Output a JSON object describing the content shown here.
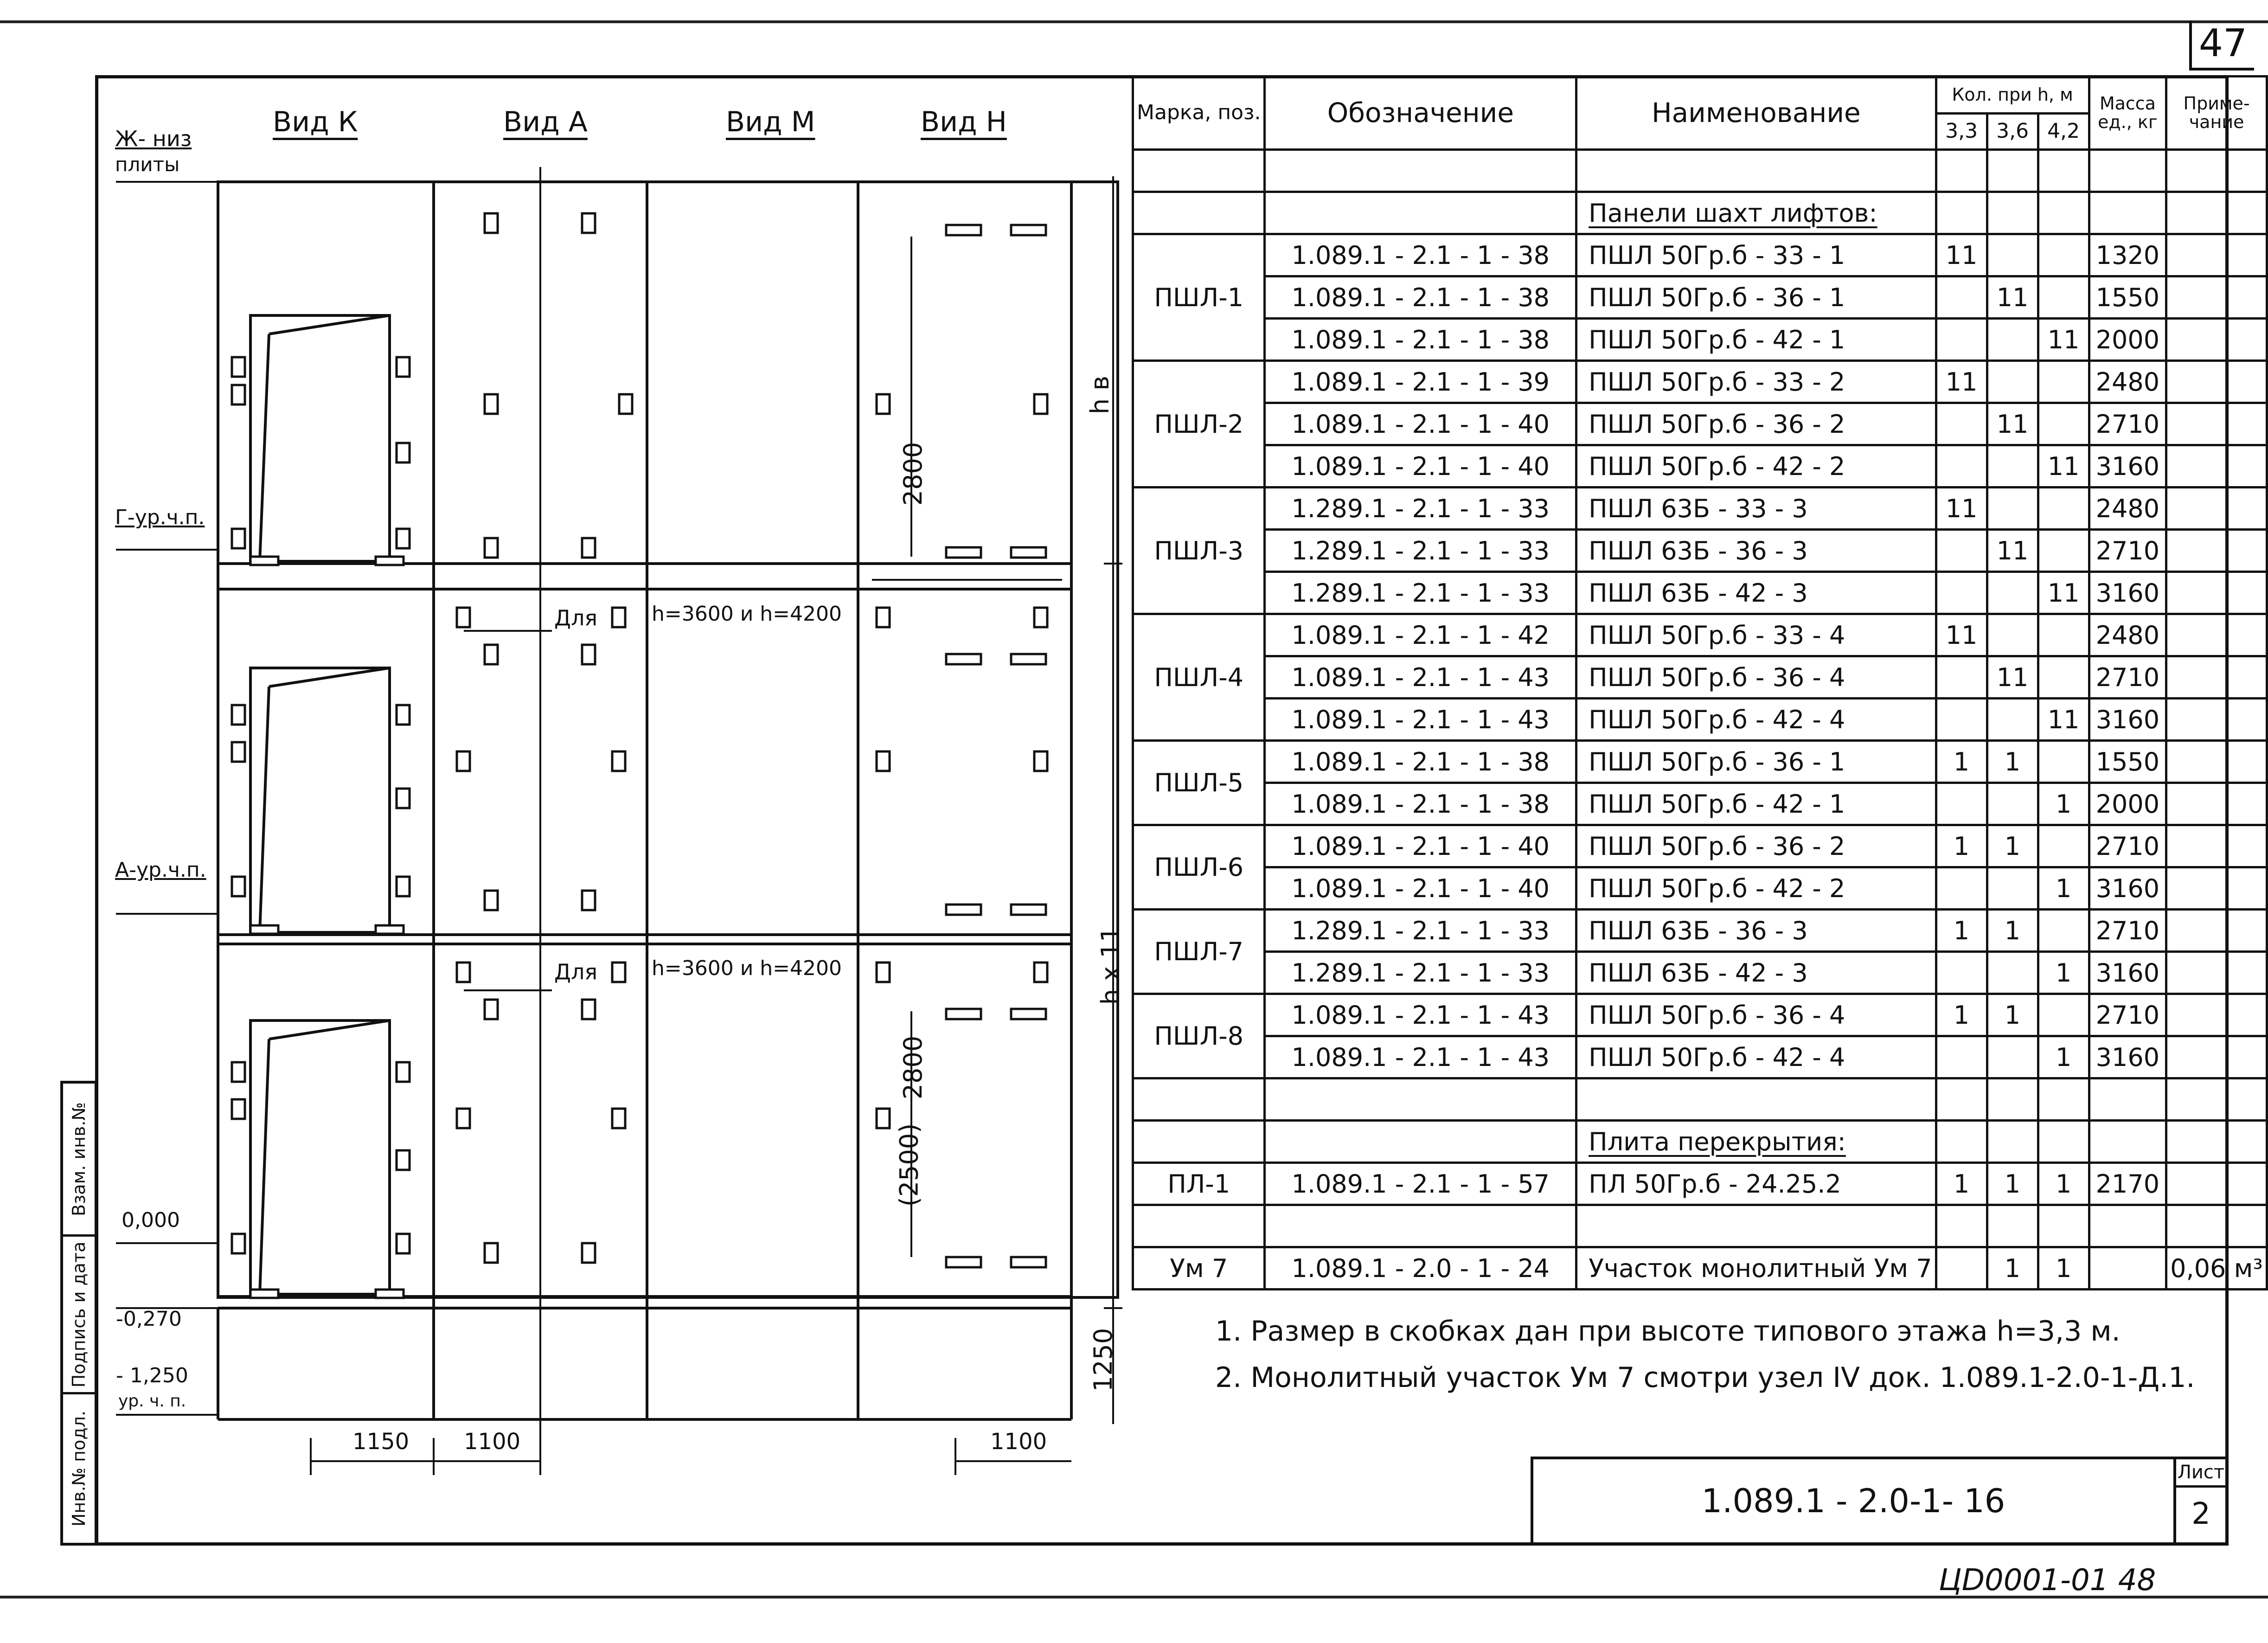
{
  "sheet_number": "47",
  "side_strip": {
    "cells": [
      "Взам. инв.№",
      "Подпись и дата",
      "Инв.№ подл."
    ]
  },
  "views": {
    "k": "Вид К",
    "a": "Вид А",
    "m": "Вид М",
    "n": "Вид Н"
  },
  "levels": {
    "zh_niz_line1": "Ж- низ",
    "zh_niz_line2": "плиты",
    "g_level": "Г-ур.ч.п.",
    "a_level": "А-ур.ч.п.",
    "zero": "0,000",
    "minus_270": "-0,270",
    "minus_1250": "- 1,250",
    "ur_ch_p": "ур. ч. п."
  },
  "dims": {
    "hb": "h в",
    "h_x_11": "h x 11",
    "d2800_top": "2800",
    "d2800_bot": "2800",
    "d2500": "(2500)",
    "d1250": "1250",
    "d1150": "1150",
    "d1100_a": "1100",
    "d1100_b": "1100"
  },
  "annotations": {
    "dlya_1": "Для",
    "h_note_1": "h=3600 и h=4200",
    "dlya_2": "Для",
    "h_note_2": "h=3600 и h=4200"
  },
  "table": {
    "headers": {
      "mark": "Марка, поз.",
      "designation": "Обозначение",
      "name": "Наименование",
      "qty": "Кол. при h, м",
      "q33": "3,3",
      "q36": "3,6",
      "q42": "4,2",
      "mass": "Масса ед., кг",
      "note": "Приме- чание"
    },
    "section_1": "Панели шахт лифтов:",
    "section_2": "Плита перекрытия:",
    "groups": [
      {
        "mark": "ПШЛ-1",
        "rows": [
          {
            "des": "1.089.1 - 2.1 - 1 - 38",
            "name": "ПШЛ 50Гр.б - 33 - 1",
            "q33": "11",
            "q36": "",
            "q42": "",
            "mass": "1320",
            "note": ""
          },
          {
            "des": "1.089.1 - 2.1 - 1 - 38",
            "name": "ПШЛ 50Гр.б - 36 - 1",
            "q33": "",
            "q36": "11",
            "q42": "",
            "mass": "1550",
            "note": ""
          },
          {
            "des": "1.089.1 - 2.1 - 1 - 38",
            "name": "ПШЛ 50Гр.б - 42 - 1",
            "q33": "",
            "q36": "",
            "q42": "11",
            "mass": "2000",
            "note": ""
          }
        ]
      },
      {
        "mark": "ПШЛ-2",
        "rows": [
          {
            "des": "1.089.1 - 2.1 - 1 - 39",
            "name": "ПШЛ 50Гр.б - 33 - 2",
            "q33": "11",
            "q36": "",
            "q42": "",
            "mass": "2480",
            "note": ""
          },
          {
            "des": "1.089.1 - 2.1 - 1 - 40",
            "name": "ПШЛ 50Гр.б - 36 - 2",
            "q33": "",
            "q36": "11",
            "q42": "",
            "mass": "2710",
            "note": ""
          },
          {
            "des": "1.089.1 - 2.1 - 1 - 40",
            "name": "ПШЛ 50Гр.б - 42 - 2",
            "q33": "",
            "q36": "",
            "q42": "11",
            "mass": "3160",
            "note": ""
          }
        ]
      },
      {
        "mark": "ПШЛ-3",
        "rows": [
          {
            "des": "1.289.1 - 2.1 - 1 - 33",
            "name": "ПШЛ 63Б - 33 - 3",
            "q33": "11",
            "q36": "",
            "q42": "",
            "mass": "2480",
            "note": ""
          },
          {
            "des": "1.289.1 - 2.1 - 1 - 33",
            "name": "ПШЛ 63Б - 36 - 3",
            "q33": "",
            "q36": "11",
            "q42": "",
            "mass": "2710",
            "note": ""
          },
          {
            "des": "1.289.1 - 2.1 - 1 - 33",
            "name": "ПШЛ 63Б - 42 - 3",
            "q33": "",
            "q36": "",
            "q42": "11",
            "mass": "3160",
            "note": ""
          }
        ]
      },
      {
        "mark": "ПШЛ-4",
        "rows": [
          {
            "des": "1.089.1 - 2.1 - 1 - 42",
            "name": "ПШЛ 50Гр.б - 33 - 4",
            "q33": "11",
            "q36": "",
            "q42": "",
            "mass": "2480",
            "note": ""
          },
          {
            "des": "1.089.1 - 2.1 - 1 - 43",
            "name": "ПШЛ 50Гр.б - 36 - 4",
            "q33": "",
            "q36": "11",
            "q42": "",
            "mass": "2710",
            "note": ""
          },
          {
            "des": "1.089.1 - 2.1 - 1 - 43",
            "name": "ПШЛ 50Гр.б - 42 - 4",
            "q33": "",
            "q36": "",
            "q42": "11",
            "mass": "3160",
            "note": ""
          }
        ]
      },
      {
        "mark": "ПШЛ-5",
        "rows": [
          {
            "des": "1.089.1 - 2.1 - 1 - 38",
            "name": "ПШЛ 50Гр.б - 36 - 1",
            "q33": "1",
            "q36": "1",
            "q42": "",
            "mass": "1550",
            "note": ""
          },
          {
            "des": "1.089.1 - 2.1 - 1 - 38",
            "name": "ПШЛ 50Гр.б - 42 - 1",
            "q33": "",
            "q36": "",
            "q42": "1",
            "mass": "2000",
            "note": ""
          }
        ]
      },
      {
        "mark": "ПШЛ-6",
        "rows": [
          {
            "des": "1.089.1 - 2.1 - 1 - 40",
            "name": "ПШЛ 50Гр.б - 36 - 2",
            "q33": "1",
            "q36": "1",
            "q42": "",
            "mass": "2710",
            "note": ""
          },
          {
            "des": "1.089.1 - 2.1 - 1 - 40",
            "name": "ПШЛ 50Гр.б - 42 - 2",
            "q33": "",
            "q36": "",
            "q42": "1",
            "mass": "3160",
            "note": ""
          }
        ]
      },
      {
        "mark": "ПШЛ-7",
        "rows": [
          {
            "des": "1.289.1 - 2.1 - 1 - 33",
            "name": "ПШЛ 63Б - 36 - 3",
            "q33": "1",
            "q36": "1",
            "q42": "",
            "mass": "2710",
            "note": ""
          },
          {
            "des": "1.289.1 - 2.1 - 1 - 33",
            "name": "ПШЛ 63Б - 42 - 3",
            "q33": "",
            "q36": "",
            "q42": "1",
            "mass": "3160",
            "note": ""
          }
        ]
      },
      {
        "mark": "ПШЛ-8",
        "rows": [
          {
            "des": "1.089.1 - 2.1 - 1 - 43",
            "name": "ПШЛ 50Гр.б - 36 - 4",
            "q33": "1",
            "q36": "1",
            "q42": "",
            "mass": "2710",
            "note": ""
          },
          {
            "des": "1.089.1 - 2.1 - 1 - 43",
            "name": "ПШЛ 50Гр.б - 42 - 4",
            "q33": "",
            "q36": "",
            "q42": "1",
            "mass": "3160",
            "note": ""
          }
        ]
      }
    ],
    "pl1": {
      "mark": "ПЛ-1",
      "des": "1.089.1 - 2.1 - 1 - 57",
      "name": "ПЛ 50Гр.б - 24.25.2",
      "q33": "1",
      "q36": "1",
      "q42": "1",
      "mass": "2170",
      "note": ""
    },
    "um7": {
      "mark": "Ум 7",
      "des": "1.089.1 - 2.0 - 1 - 24",
      "name": "Участок монолитный Ум 7",
      "q33": "",
      "q36": "1",
      "q42": "1",
      "mass": "",
      "note": "0,06 м³"
    }
  },
  "notes": [
    "1. Размер в скобках дан при высоте типового этажа h=3,3 м.",
    "2. Монолитный участок Ум 7 смотри узел IV док. 1.089.1-2.0-1-Д.1."
  ],
  "stamp": {
    "code": "1.089.1 - 2.0-1- 16",
    "sheet_label": "Лист",
    "sheet_value": "2"
  },
  "footer_code": "ЦD0001-01   48"
}
